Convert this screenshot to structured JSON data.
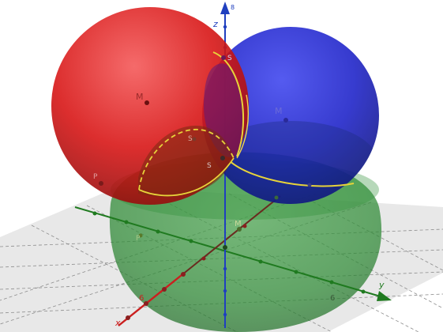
{
  "view": {
    "background": "#ffffff",
    "grid_color": "#9a9a9a",
    "plane_color": "#cfcfcf"
  },
  "axes": {
    "x": {
      "label": "x",
      "color": "#cc1f1f"
    },
    "y": {
      "label": "y",
      "color": "#1f7a1f"
    },
    "z": {
      "label": "z",
      "color": "#1f3fbf"
    }
  },
  "spheres": [
    {
      "id": "red",
      "color": "#e31c1c",
      "opacity": 0.85,
      "center_label": "M"
    },
    {
      "id": "blue",
      "color": "#1e22d6",
      "opacity": 0.85,
      "center_label": "M"
    },
    {
      "id": "green",
      "color": "#1f8f2a",
      "opacity": 0.55,
      "center_label": "M"
    }
  ],
  "intersection_curves": {
    "color": "#e7d33a"
  },
  "point_labels": {
    "red_center": "M",
    "blue_center": "M",
    "green_center": "M",
    "s1": "S",
    "s2": "S",
    "s3": "S",
    "p1": "P",
    "p2": "P",
    "x_tick": "6",
    "z_tick": "8",
    "y_tick": "6"
  }
}
